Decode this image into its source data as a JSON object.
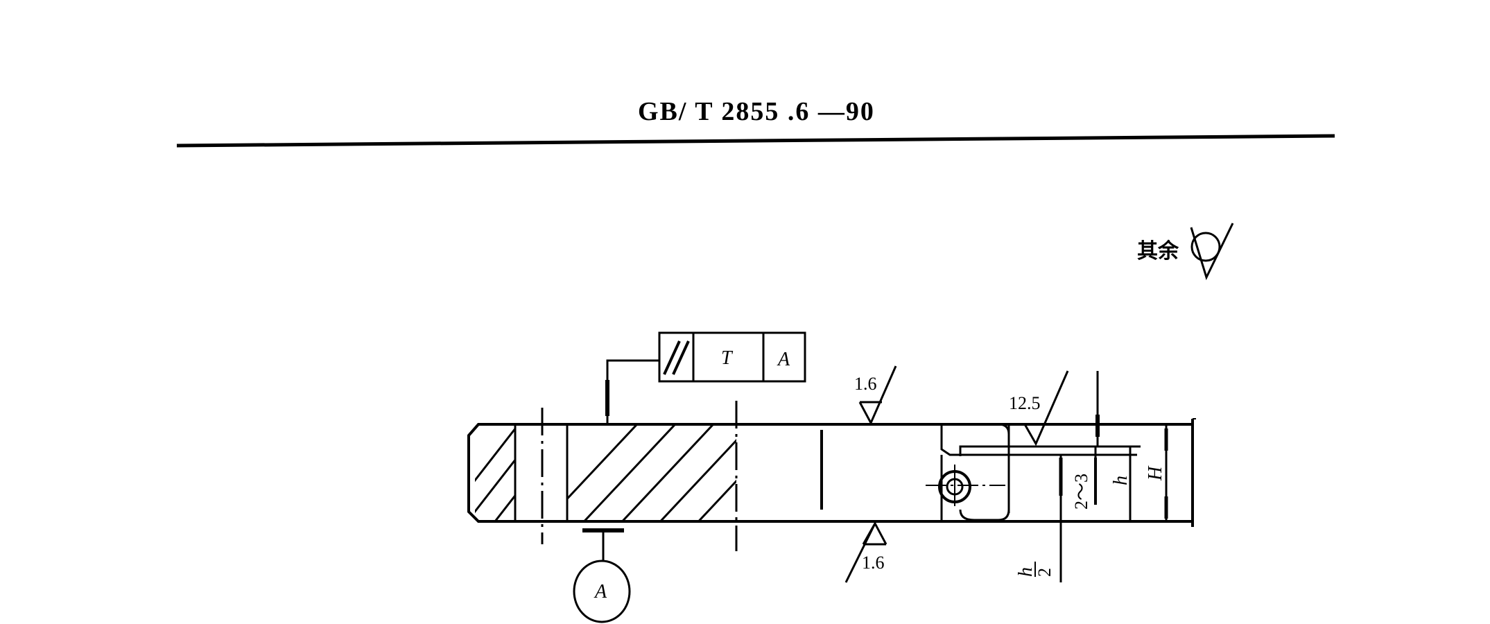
{
  "header": {
    "standard_code": "GB/ T  2855 .6 —90"
  },
  "drawing": {
    "remaining_roughness_label": "其余",
    "tolerance_frame": {
      "symbol": "//",
      "tolerance": "T",
      "datum": "A"
    },
    "roughness_top": "1.6",
    "roughness_bottom": "1.6",
    "roughness_slot": "12.5",
    "datum_label": "A",
    "dim_groove": "2～3",
    "dim_h": "h",
    "dim_H": "H",
    "dim_half_h_num": "h",
    "dim_half_h_den": "2"
  }
}
